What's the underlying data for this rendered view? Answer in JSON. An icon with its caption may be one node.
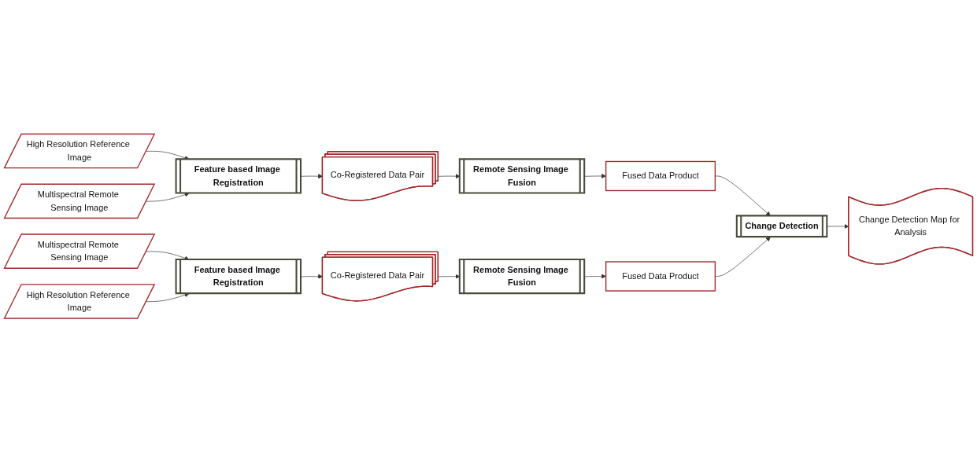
{
  "diagram": {
    "nodes": [
      {
        "text": [
          "High Resolution Reference Image"
        ]
      },
      {
        "text": [
          "Multispectral Remote Sensing Image"
        ]
      },
      {
        "text": [
          "Feature based Image Registration"
        ]
      },
      {
        "text": [
          "Co-Registered Data Pair"
        ]
      },
      {
        "text": [
          "Remote Sensing Image Fusion"
        ]
      },
      {
        "text": [
          "Fused Data Product"
        ]
      },
      {
        "text": [
          "Change Detection"
        ]
      },
      {
        "text": [
          "Change Detection Map for Analysis"
        ]
      },
      {
        "text": [
          "Multispectral Remote Sensing Image"
        ]
      },
      {
        "text": [
          "Feature based Image Registration"
        ]
      },
      {
        "text": [
          "Co-Registered Data Pair"
        ]
      },
      {
        "text": [
          "Remote Sensing Image Fusion"
        ]
      },
      {
        "text": [
          "Fused Data Product"
        ]
      },
      {
        "text": [
          "High Resolution Reference Image"
        ]
      }
    ],
    "edges": [
      {
        "from": 0,
        "to": 2,
        "arrow": "to"
      },
      {
        "from": 1,
        "to": 2,
        "arrow": "to"
      },
      {
        "from": 2,
        "to": 3,
        "arrow": "to"
      },
      {
        "from": 3,
        "to": 4,
        "arrow": "to"
      },
      {
        "from": 4,
        "to": 5,
        "arrow": "to"
      },
      {
        "from": 5,
        "to": 6,
        "arrow": "to"
      },
      {
        "from": 6,
        "to": 7,
        "arrow": "to"
      },
      {
        "from": 8,
        "to": 9,
        "arrow": "to"
      },
      {
        "from": 13,
        "to": 9,
        "arrow": "to"
      },
      {
        "from": 9,
        "to": 10,
        "arrow": "to"
      },
      {
        "from": 10,
        "to": 11,
        "arrow": "to"
      },
      {
        "from": 11,
        "to": 12,
        "arrow": "to"
      },
      {
        "from": 12,
        "to": 6,
        "arrow": "to"
      }
    ]
  }
}
